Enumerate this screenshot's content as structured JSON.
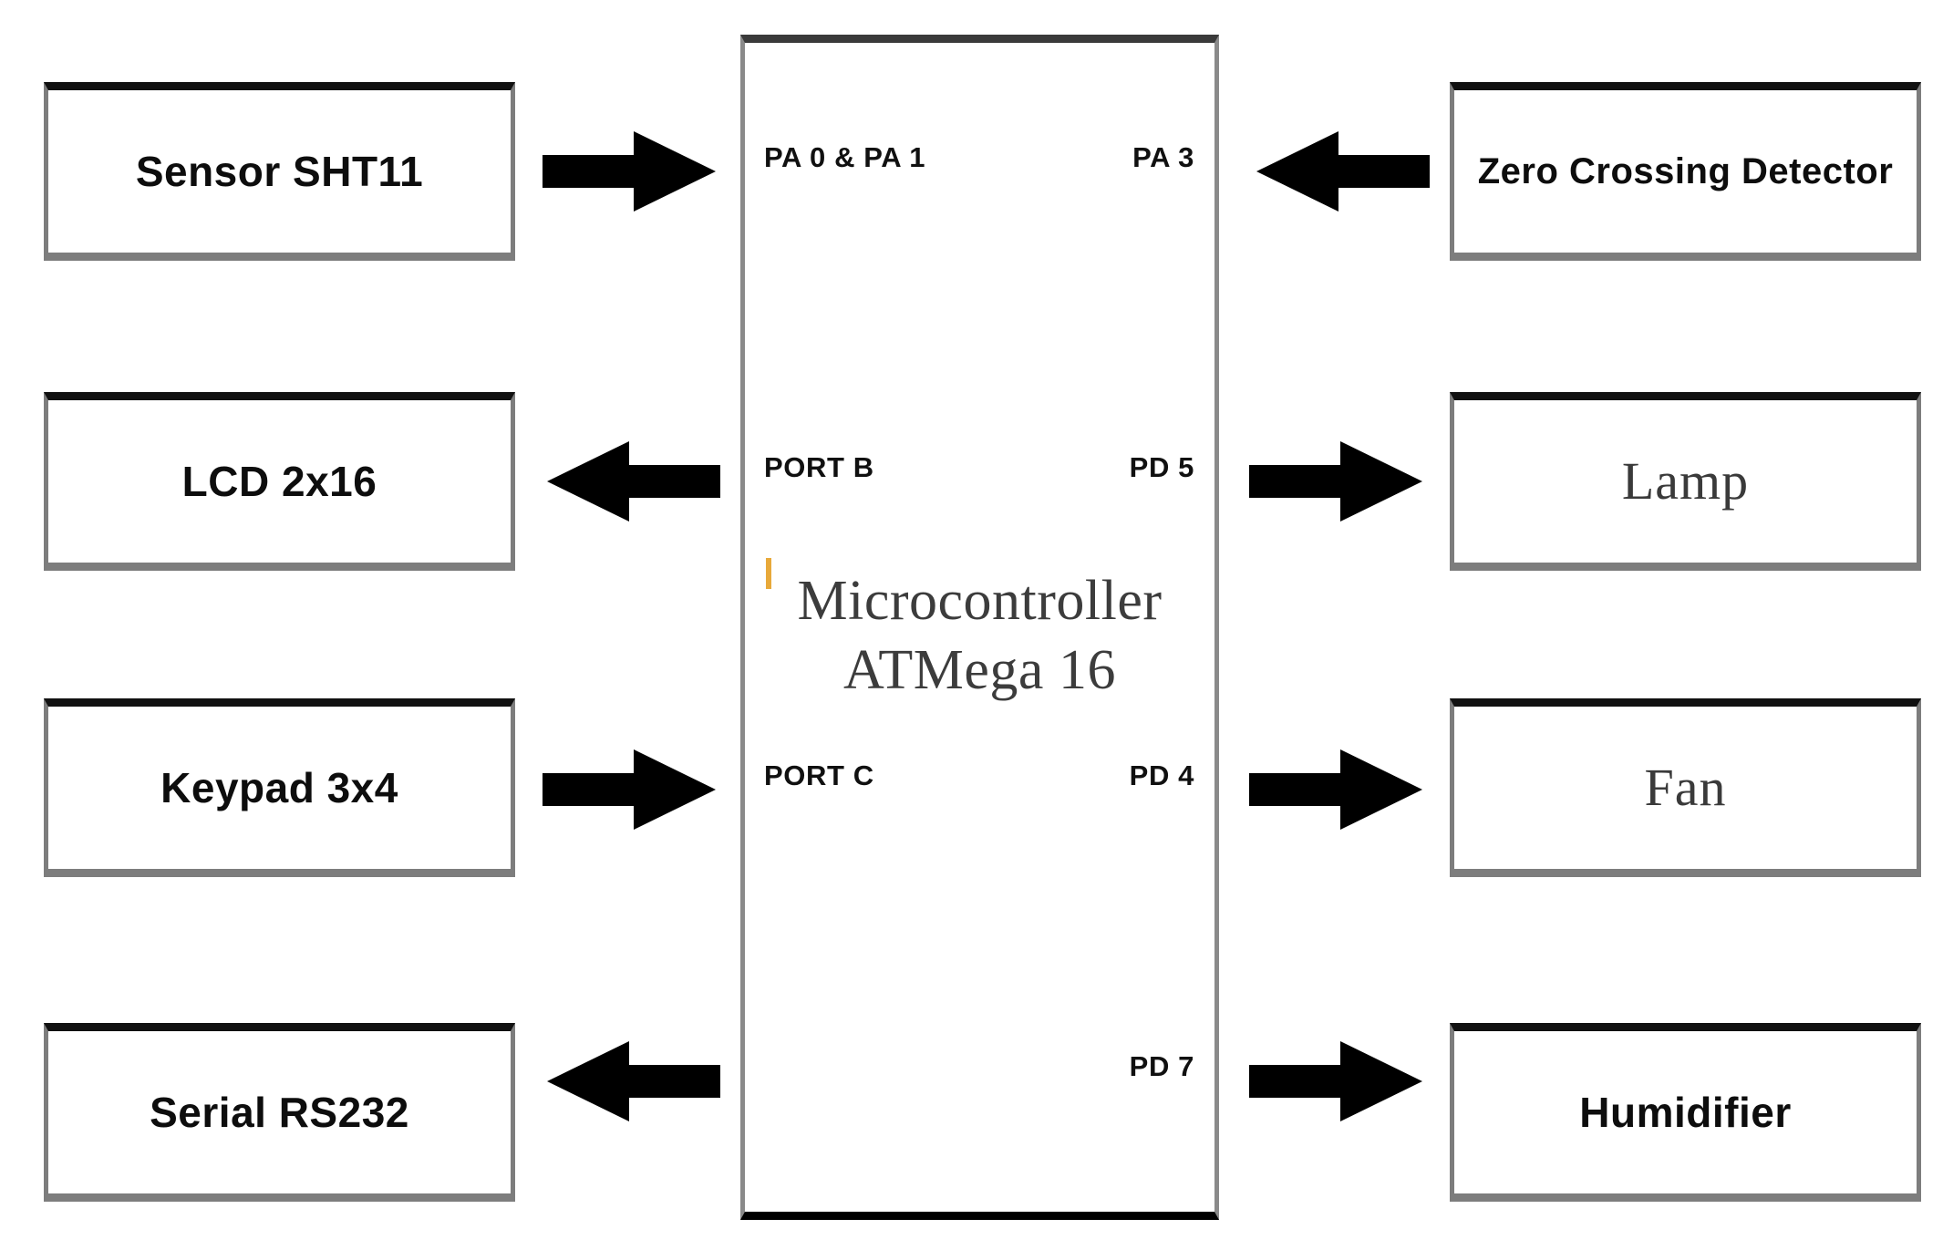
{
  "diagram": {
    "title_visible": false,
    "mcu": {
      "title_line1": "Microcontroller",
      "title_line2": "ATMega 16",
      "pins_left": [
        {
          "label": "PA 0 & PA 1"
        },
        {
          "label": "PORT  B"
        },
        {
          "label": "PORT C"
        }
      ],
      "pins_right": [
        {
          "label": "PA 3"
        },
        {
          "label": "PD 5"
        },
        {
          "label": "PD 4"
        },
        {
          "label": "PD 7"
        }
      ]
    },
    "left_blocks": [
      {
        "label": "Sensor SHT11",
        "style": "sans"
      },
      {
        "label": "LCD 2x16",
        "style": "sans"
      },
      {
        "label": "Keypad 3x4",
        "style": "sans"
      },
      {
        "label": "Serial RS232",
        "style": "sans"
      }
    ],
    "right_blocks": [
      {
        "label": "Zero Crossing Detector",
        "style": "sans-two-line"
      },
      {
        "label": "Lamp",
        "style": "serif"
      },
      {
        "label": "Fan",
        "style": "serif"
      },
      {
        "label": "Humidifier",
        "style": "sans"
      }
    ],
    "arrows": [
      {
        "name": "arrow-sensor-to-mcu",
        "direction": "right"
      },
      {
        "name": "arrow-zcd-to-mcu",
        "direction": "left"
      },
      {
        "name": "arrow-mcu-to-lcd",
        "direction": "left"
      },
      {
        "name": "arrow-mcu-to-lamp",
        "direction": "right"
      },
      {
        "name": "arrow-keypad-to-mcu",
        "direction": "right"
      },
      {
        "name": "arrow-mcu-to-fan",
        "direction": "right"
      },
      {
        "name": "arrow-mcu-to-serial",
        "direction": "left"
      },
      {
        "name": "arrow-mcu-to-humidifier",
        "direction": "right"
      }
    ],
    "colors": {
      "box_border_top": "#111111",
      "box_border_side": "#7d7d7d",
      "arrow_fill": "#000000",
      "label_text": "#0d0d0d",
      "serif_text": "#3a3a3a",
      "tick_accent": "#e8a93a",
      "background": "#ffffff"
    }
  }
}
